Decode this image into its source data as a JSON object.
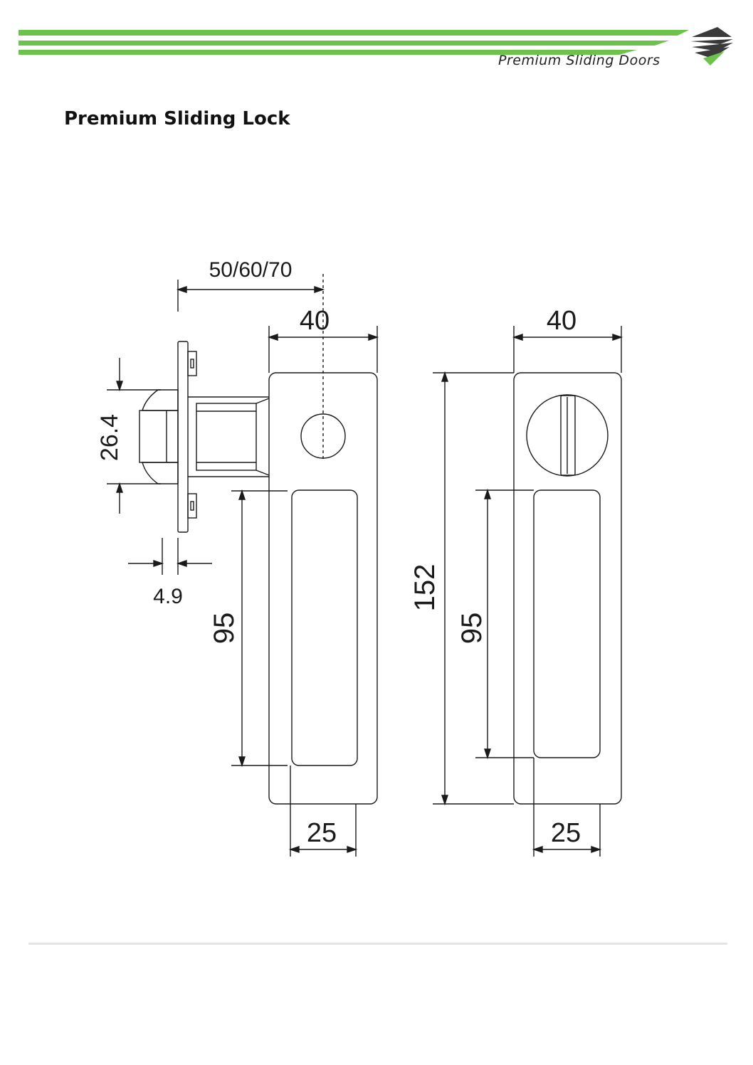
{
  "header": {
    "brand_name": "Premium Sliding Doors",
    "logo_icon": "premium-sliding-doors-logo-icon",
    "accent_color": "#6cc24a"
  },
  "title": "Premium Sliding Lock",
  "drawing": {
    "dimensions": {
      "backset": "50/60/70",
      "latch_width": "40",
      "thumbturn_width": "40",
      "latch_height": "26.4",
      "plate_thickness": "4.9",
      "left_recess_height": "95",
      "right_recess_height": "95",
      "overall_height": "152",
      "left_recess_width": "25",
      "right_recess_width": "25"
    }
  }
}
